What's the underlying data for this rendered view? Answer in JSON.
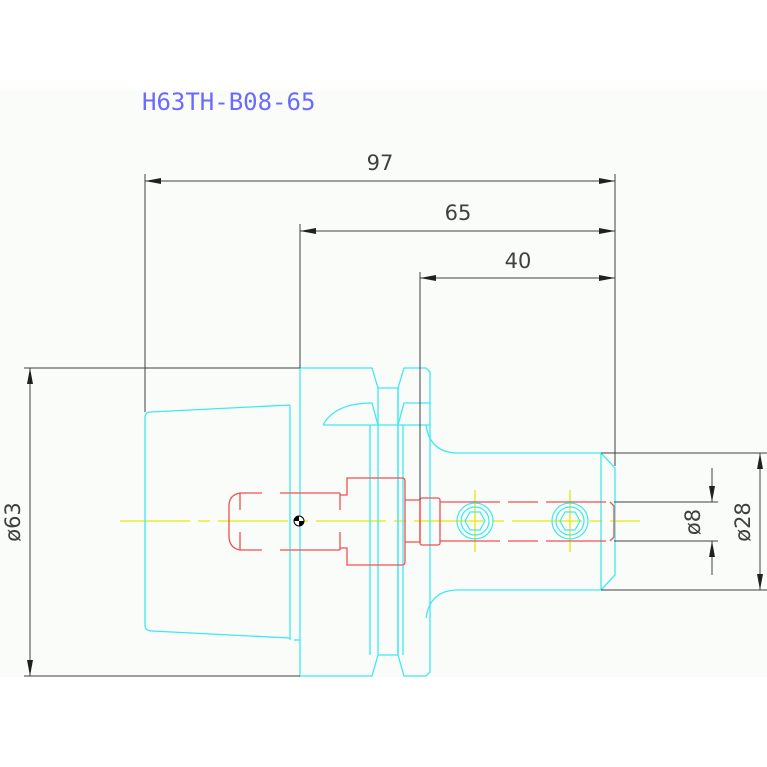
{
  "drawing": {
    "title": "H63TH-B08-65",
    "dimensions": {
      "overall_length": "97",
      "gauge_length": "65",
      "shank_length": "40",
      "flange_diameter": "ø63",
      "shank_diameter": "ø28",
      "bore_diameter": "ø8"
    },
    "colors": {
      "title": "#6a6aff",
      "body": "#40e8f0",
      "bore": "#f05050",
      "centerline": "#f0f000",
      "dimension": "#404040",
      "background_band": "#fafcfa"
    }
  }
}
